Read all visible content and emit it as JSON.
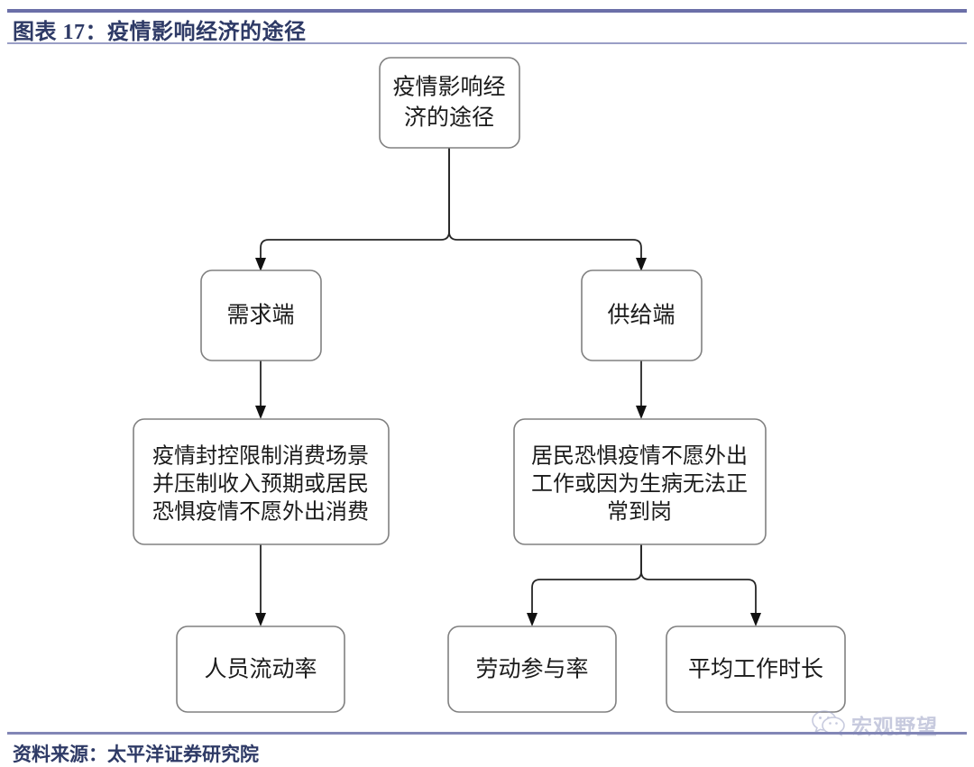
{
  "header": {
    "title": "图表 17：疫情影响经济的途径",
    "rule_color": "#6b6fa8",
    "title_color": "#2e3a66"
  },
  "footer": {
    "source": "资料来源：太平洋证券研究院",
    "rule_color": "#8286b6"
  },
  "watermark": {
    "text": "宏观野望",
    "icon": "wechat-icon",
    "color": "#9aa0c4"
  },
  "diagram": {
    "type": "flowchart",
    "orientation": "top-down",
    "node_fill": "#ffffff",
    "node_stroke": "#808080",
    "connector_color": "#262626",
    "nodes": [
      {
        "id": "root",
        "label": "疫情影响经济的途径",
        "lines": [
          "疫情影响经",
          "济的途径"
        ],
        "level": 0
      },
      {
        "id": "demand",
        "label": "需求端",
        "lines": [
          "需求端"
        ],
        "level": 1
      },
      {
        "id": "supply",
        "label": "供给端",
        "lines": [
          "供给端"
        ],
        "level": 1
      },
      {
        "id": "demand-detail",
        "label": "疫情封控限制消费场景并压制收入预期或居民恐惧疫情不愿外出消费",
        "lines": [
          "疫情封控限制消费场景",
          "并压制收入预期或居民",
          "恐惧疫情不愿外出消费"
        ],
        "level": 2
      },
      {
        "id": "supply-detail",
        "label": "居民恐惧疫情不愿外出工作或因为生病无法正常到岗",
        "lines": [
          "居民恐惧疫情不愿外出",
          "工作或因为生病无法正",
          "常到岗"
        ],
        "level": 2
      },
      {
        "id": "mobility-rate",
        "label": "人员流动率",
        "lines": [
          "人员流动率"
        ],
        "level": 3
      },
      {
        "id": "labor-participation",
        "label": "劳动参与率",
        "lines": [
          "劳动参与率"
        ],
        "level": 3
      },
      {
        "id": "working-hours",
        "label": "平均工作时长",
        "lines": [
          "平均工作时长"
        ],
        "level": 3
      }
    ],
    "edges": [
      {
        "from": "root",
        "to": "demand"
      },
      {
        "from": "root",
        "to": "supply"
      },
      {
        "from": "demand",
        "to": "demand-detail"
      },
      {
        "from": "supply",
        "to": "supply-detail"
      },
      {
        "from": "demand-detail",
        "to": "mobility-rate"
      },
      {
        "from": "supply-detail",
        "to": "labor-participation"
      },
      {
        "from": "supply-detail",
        "to": "working-hours"
      }
    ]
  }
}
